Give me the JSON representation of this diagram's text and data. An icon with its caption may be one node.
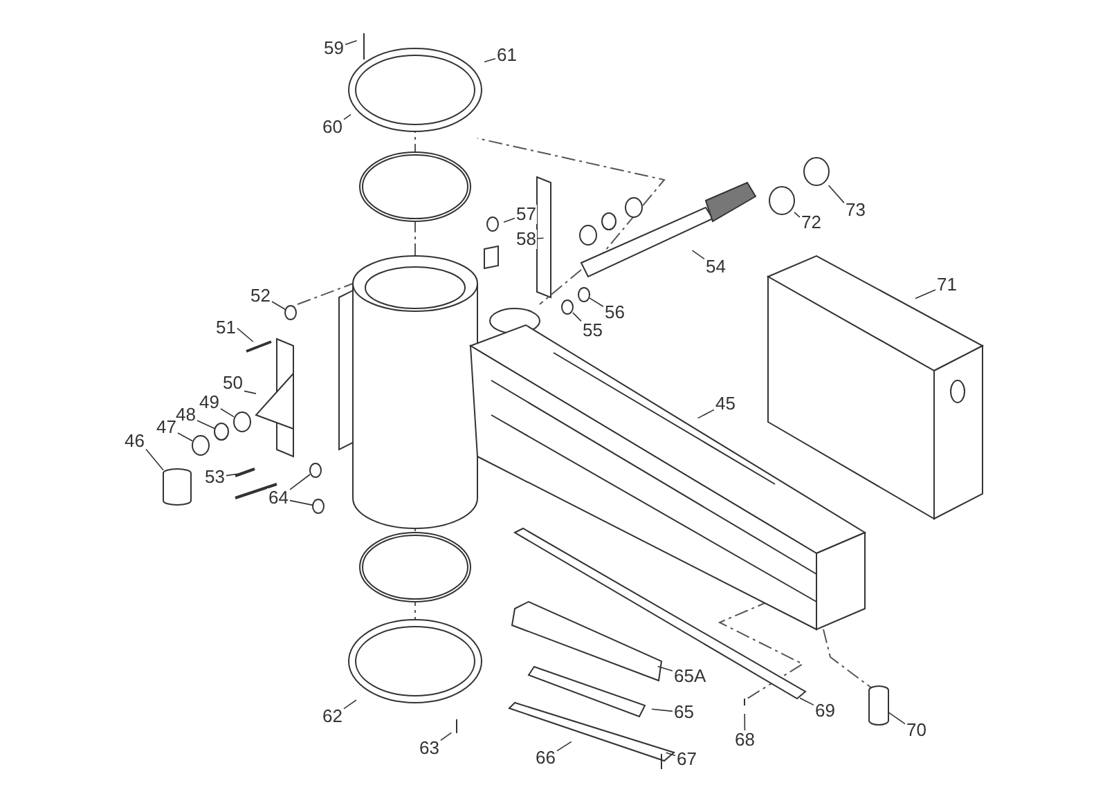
{
  "diagram": {
    "nodes": [
      {
        "text": [
          "59"
        ]
      },
      {
        "text": [
          "61"
        ]
      },
      {
        "text": [
          "60"
        ]
      },
      {
        "text": [
          "57"
        ]
      },
      {
        "text": [
          "58"
        ]
      },
      {
        "text": [
          "52"
        ]
      },
      {
        "text": [
          "51"
        ]
      },
      {
        "text": [
          "50"
        ]
      },
      {
        "text": [
          "49"
        ]
      },
      {
        "text": [
          "48"
        ]
      },
      {
        "text": [
          "47"
        ]
      },
      {
        "text": [
          "46"
        ]
      },
      {
        "text": [
          "53"
        ]
      },
      {
        "text": [
          "64"
        ]
      },
      {
        "text": [
          "54"
        ]
      },
      {
        "text": [
          "55"
        ]
      },
      {
        "text": [
          "56"
        ]
      },
      {
        "text": [
          "71"
        ]
      },
      {
        "text": [
          "72"
        ]
      },
      {
        "text": [
          "73"
        ]
      },
      {
        "text": [
          "45"
        ]
      },
      {
        "text": [
          "62"
        ]
      },
      {
        "text": [
          "63"
        ]
      },
      {
        "text": [
          "65A"
        ]
      },
      {
        "text": [
          "65"
        ]
      },
      {
        "text": [
          "66"
        ]
      },
      {
        "text": [
          "67"
        ]
      },
      {
        "text": [
          "68"
        ]
      },
      {
        "text": [
          "69"
        ]
      },
      {
        "text": [
          "70"
        ]
      },
      {
        "text": [],
        "shape": "cylinder"
      },
      {
        "text": [],
        "shape": "circle"
      },
      {
        "text": [],
        "shape": "circle"
      },
      {
        "text": [],
        "shape": "circle"
      },
      {
        "text": [],
        "shape": "circle"
      },
      {
        "text": [],
        "shape": "circle"
      },
      {
        "text": [],
        "shape": "circle"
      },
      {
        "text": [],
        "shape": "circle"
      },
      {
        "text": [],
        "shape": "circle"
      },
      {
        "text": [],
        "shape": "circle"
      },
      {
        "text": [],
        "shape": "circle"
      },
      {
        "text": [],
        "shape": "cylinder"
      },
      {
        "text": [],
        "shape": "bar"
      },
      {
        "text": [],
        "shape": "picture"
      }
    ],
    "edges": [
      {
        "from": 0,
        "to": null,
        "arrow": "none"
      },
      {
        "from": 1,
        "to": null,
        "arrow": "none"
      },
      {
        "from": 2,
        "to": null,
        "arrow": "none"
      },
      {
        "from": 3,
        "to": null,
        "arrow": "none"
      },
      {
        "from": 4,
        "to": null,
        "arrow": "none"
      },
      {
        "from": 5,
        "to": 34,
        "arrow": "none"
      },
      {
        "from": 6,
        "to": 42,
        "arrow": "none"
      },
      {
        "from": 7,
        "to": 43,
        "arrow": "none"
      },
      {
        "from": 8,
        "to": 33,
        "arrow": "none"
      },
      {
        "from": 9,
        "to": 32,
        "arrow": "none"
      },
      {
        "from": 10,
        "to": 31,
        "arrow": "none"
      },
      {
        "from": 11,
        "to": 30,
        "arrow": "none"
      },
      {
        "from": 12,
        "to": null,
        "arrow": "none"
      },
      {
        "from": 13,
        "to": 35,
        "arrow": "none"
      },
      {
        "from": 13,
        "to": 36,
        "arrow": "none"
      },
      {
        "from": 14,
        "to": null,
        "arrow": "none"
      },
      {
        "from": 15,
        "to": 37,
        "arrow": "none"
      },
      {
        "from": 16,
        "to": 38,
        "arrow": "none"
      },
      {
        "from": 17,
        "to": null,
        "arrow": "none"
      },
      {
        "from": 18,
        "to": 39,
        "arrow": "none"
      },
      {
        "from": 19,
        "to": 40,
        "arrow": "none"
      },
      {
        "from": 20,
        "to": null,
        "arrow": "none"
      },
      {
        "from": 21,
        "to": null,
        "arrow": "none"
      },
      {
        "from": 22,
        "to": null,
        "arrow": "none"
      },
      {
        "from": 23,
        "to": null,
        "arrow": "none"
      },
      {
        "from": 24,
        "to": null,
        "arrow": "none"
      },
      {
        "from": 25,
        "to": null,
        "arrow": "none"
      },
      {
        "from": 26,
        "to": null,
        "arrow": "none"
      },
      {
        "from": 27,
        "to": null,
        "arrow": "none"
      },
      {
        "from": 28,
        "to": null,
        "arrow": "none"
      },
      {
        "from": 29,
        "to": 41,
        "arrow": "none"
      }
    ]
  }
}
